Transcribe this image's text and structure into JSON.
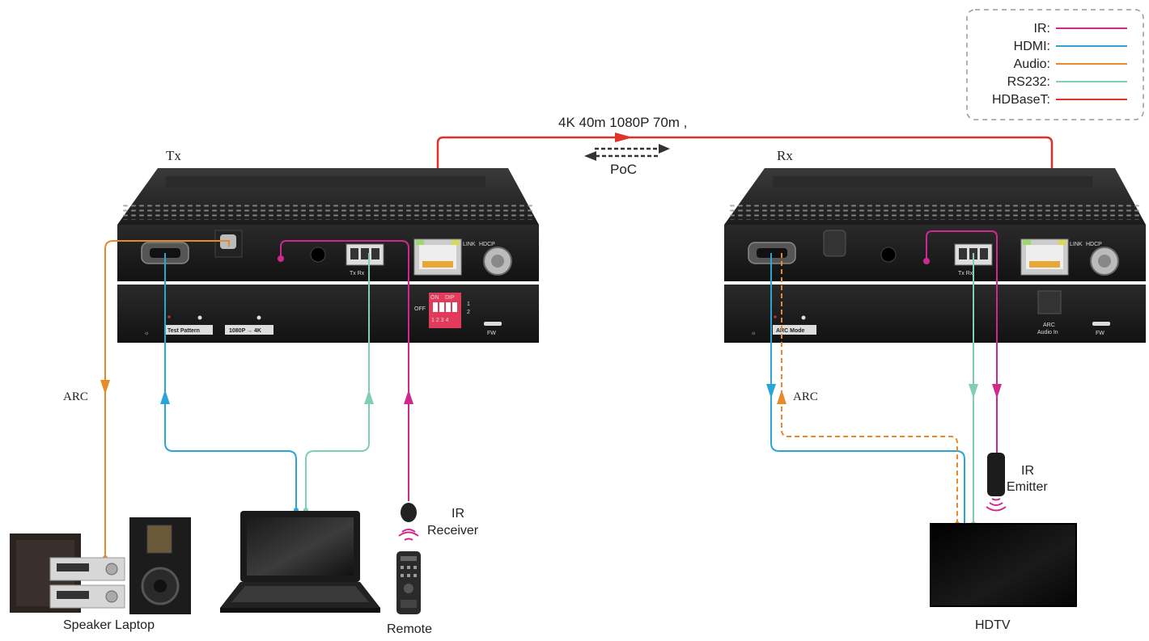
{
  "colors": {
    "ir": "#d0288c",
    "hdmi": "#2aa5d6",
    "audio": "#e8892a",
    "rs232": "#7fcfb0",
    "hdbaset": "#e0312b"
  },
  "legend": [
    {
      "label": "IR:",
      "color_key": "ir"
    },
    {
      "label": "HDMI:",
      "color_key": "hdmi"
    },
    {
      "label": "Audio:",
      "color_key": "audio"
    },
    {
      "label": "RS232:",
      "color_key": "rs232"
    },
    {
      "label": "HDBaseT:",
      "color_key": "hdbaset"
    }
  ],
  "link": {
    "distance": "4K 40m 1080P 70m ,",
    "poc": "PoC"
  },
  "tx": {
    "title": "Tx",
    "port_label_link": "LINK",
    "port_label_hdcp": "HDCP",
    "txrx_label": "Tx  Rx",
    "dip_on": "ON",
    "dip_dip": "DIP",
    "dip_off": "OFF",
    "dip_numbers": "1 2 3 4",
    "dip_side_1": "1",
    "dip_side_2": "2",
    "test_pattern": "Test Pattern",
    "upscale": "1080P → 4K",
    "fw": "FW"
  },
  "rx": {
    "title": "Rx",
    "port_label_link": "LINK",
    "port_label_hdcp": "HDCP",
    "txrx_label": "Tx  Rx",
    "arc_mode": "ARC Mode",
    "arc_audio_in_1": "ARC",
    "arc_audio_in_2": "Audio In",
    "fw": "FW"
  },
  "labels": {
    "arc_left": "ARC",
    "arc_right": "ARC",
    "ir_receiver_1": "IR",
    "ir_receiver_2": "Receiver",
    "ir_emitter_1": "IR",
    "ir_emitter_2": "Emitter",
    "speaker_laptop": "Speaker Laptop",
    "remote": "Remote",
    "hdtv": "HDTV"
  }
}
